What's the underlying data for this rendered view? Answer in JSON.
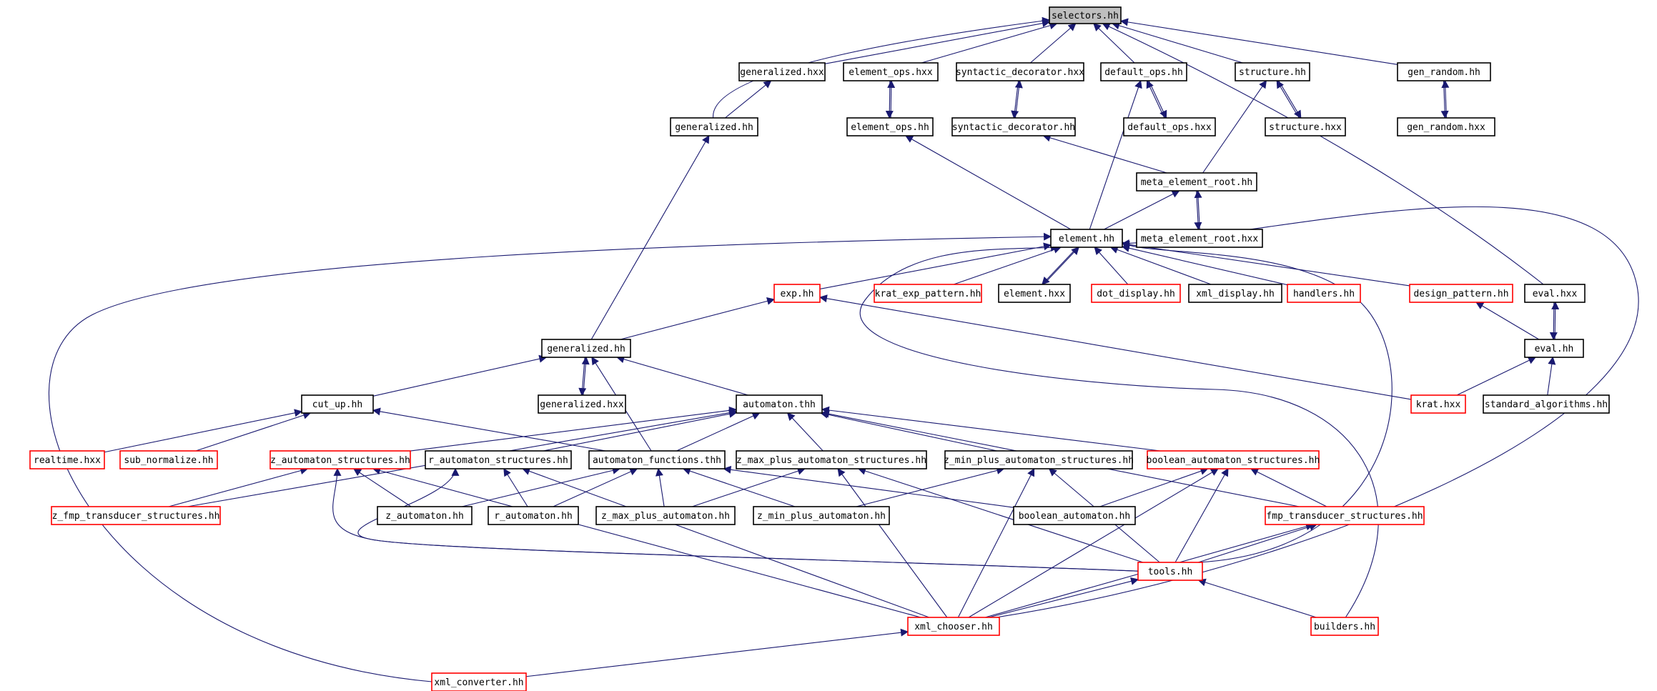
{
  "graph": {
    "title": "",
    "nodes": [
      {
        "id": "n0",
        "label": "selectors.hh",
        "style": "root"
      },
      {
        "id": "n1",
        "label": "generalized.hxx",
        "style": "black"
      },
      {
        "id": "n2",
        "label": "element_ops.hxx",
        "style": "black"
      },
      {
        "id": "n3",
        "label": "syntactic_decorator.hxx",
        "style": "black"
      },
      {
        "id": "n4",
        "label": "default_ops.hh",
        "style": "black"
      },
      {
        "id": "n5",
        "label": "structure.hh",
        "style": "black"
      },
      {
        "id": "n6",
        "label": "gen_random.hh",
        "style": "black"
      },
      {
        "id": "n7",
        "label": "generalized.hh",
        "style": "black"
      },
      {
        "id": "n8",
        "label": "element_ops.hh",
        "style": "black"
      },
      {
        "id": "n9",
        "label": "syntactic_decorator.hh",
        "style": "black"
      },
      {
        "id": "n10",
        "label": "default_ops.hxx",
        "style": "black"
      },
      {
        "id": "n11",
        "label": "structure.hxx",
        "style": "black"
      },
      {
        "id": "n12",
        "label": "gen_random.hxx",
        "style": "black"
      },
      {
        "id": "n13",
        "label": "meta_element_root.hh",
        "style": "black"
      },
      {
        "id": "n14",
        "label": "element.hh",
        "style": "black"
      },
      {
        "id": "n15",
        "label": "meta_element_root.hxx",
        "style": "black"
      },
      {
        "id": "n16",
        "label": "exp.hh",
        "style": "red"
      },
      {
        "id": "n17",
        "label": "krat_exp_pattern.hh",
        "style": "red"
      },
      {
        "id": "n18",
        "label": "element.hxx",
        "style": "black"
      },
      {
        "id": "n19",
        "label": "dot_display.hh",
        "style": "red"
      },
      {
        "id": "n20",
        "label": "xml_display.hh",
        "style": "black"
      },
      {
        "id": "n21",
        "label": "handlers.hh",
        "style": "red"
      },
      {
        "id": "n22",
        "label": "design_pattern.hh",
        "style": "red"
      },
      {
        "id": "n23",
        "label": "eval.hxx",
        "style": "black"
      },
      {
        "id": "n24",
        "label": "generalized.hh",
        "style": "black"
      },
      {
        "id": "n25",
        "label": "eval.hh",
        "style": "black"
      },
      {
        "id": "n26",
        "label": "cut_up.hh",
        "style": "black"
      },
      {
        "id": "n27",
        "label": "generalized.hxx",
        "style": "black"
      },
      {
        "id": "n28",
        "label": "automaton.thh",
        "style": "black"
      },
      {
        "id": "n29",
        "label": "krat.hxx",
        "style": "red"
      },
      {
        "id": "n30",
        "label": "standard_algorithms.hh",
        "style": "black"
      },
      {
        "id": "n31",
        "label": "realtime.hxx",
        "style": "red"
      },
      {
        "id": "n32",
        "label": "sub_normalize.hh",
        "style": "red"
      },
      {
        "id": "n33",
        "label": "z_automaton_structures.hh",
        "style": "red"
      },
      {
        "id": "n34",
        "label": "r_automaton_structures.hh",
        "style": "black"
      },
      {
        "id": "n35",
        "label": "automaton_functions.thh",
        "style": "black"
      },
      {
        "id": "n36",
        "label": "z_max_plus_automaton_structures.hh",
        "style": "black"
      },
      {
        "id": "n37",
        "label": "z_min_plus_automaton_structures.hh",
        "style": "black"
      },
      {
        "id": "n38",
        "label": "boolean_automaton_structures.hh",
        "style": "red"
      },
      {
        "id": "n39",
        "label": "z_fmp_transducer_structures.hh",
        "style": "red"
      },
      {
        "id": "n40",
        "label": "z_automaton.hh",
        "style": "black"
      },
      {
        "id": "n41",
        "label": "r_automaton.hh",
        "style": "black"
      },
      {
        "id": "n42",
        "label": "z_max_plus_automaton.hh",
        "style": "black"
      },
      {
        "id": "n43",
        "label": "z_min_plus_automaton.hh",
        "style": "black"
      },
      {
        "id": "n44",
        "label": "boolean_automaton.hh",
        "style": "black"
      },
      {
        "id": "n45",
        "label": "fmp_transducer_structures.hh",
        "style": "red"
      },
      {
        "id": "n46",
        "label": "tools.hh",
        "style": "red"
      },
      {
        "id": "n47",
        "label": "xml_chooser.hh",
        "style": "red"
      },
      {
        "id": "n48",
        "label": "builders.hh",
        "style": "red"
      },
      {
        "id": "n49",
        "label": "xml_converter.hh",
        "style": "red"
      }
    ]
  }
}
